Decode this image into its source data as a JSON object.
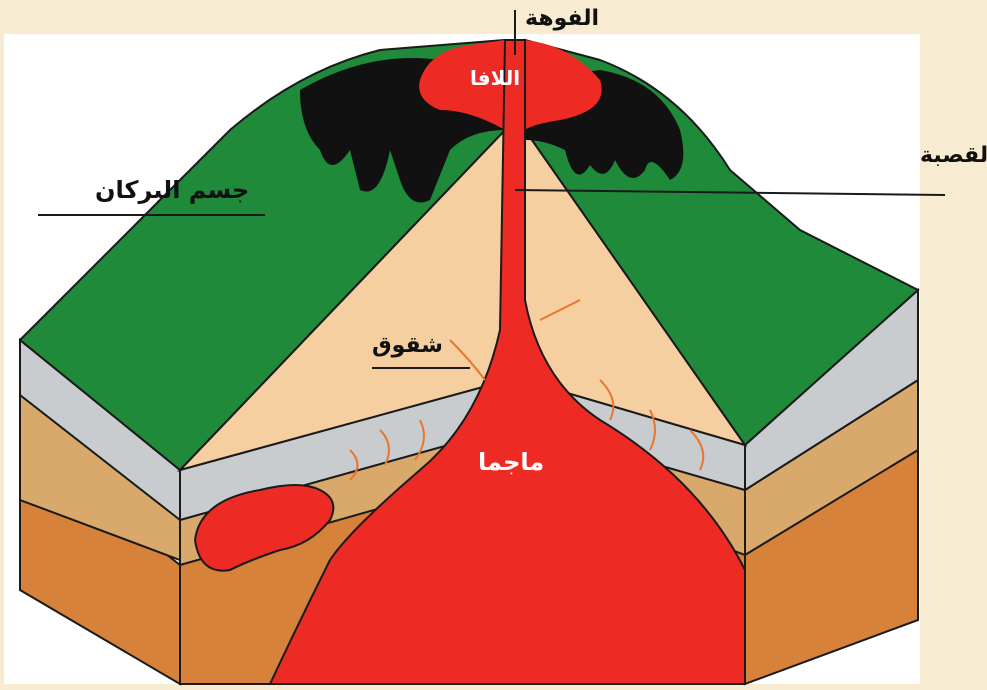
{
  "labels": {
    "crater": "الفوهة",
    "lava": "اللافا",
    "conduit": "القصبة",
    "volcano_body": "جسم البركان",
    "fissures": "شقوق",
    "magma": "ماجما"
  },
  "colors": {
    "background": "#f7ebd2",
    "panel": "#ffffff",
    "green": "#1f8a3a",
    "black_lava": "#111111",
    "magma_red": "#ee2a24",
    "cone_inner": "#f5cfa0",
    "grey_layer": "#c9cccf",
    "tan_layer": "#d9a86b",
    "brown_layer": "#d7823a",
    "dark_brown_layer": "#c26b2b"
  }
}
